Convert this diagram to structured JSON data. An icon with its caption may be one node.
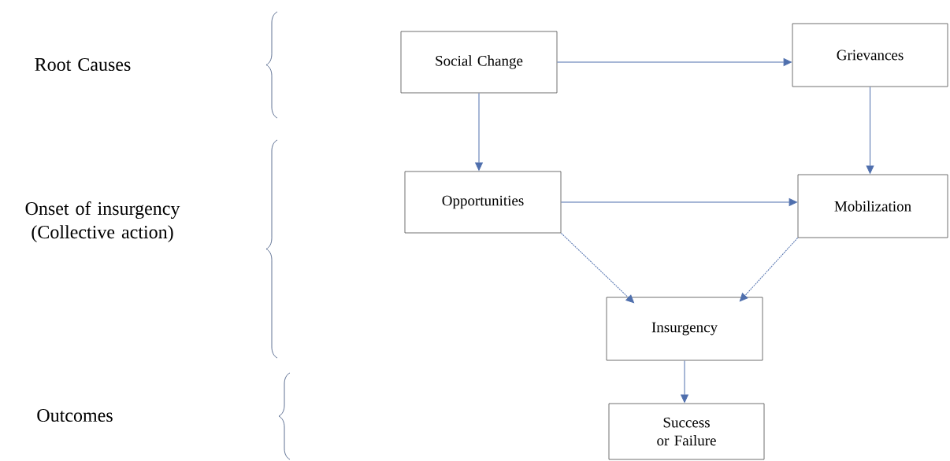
{
  "diagram": {
    "nodes": [
      {
        "text": [
          "Social Change"
        ]
      },
      {
        "text": [
          "Grievances"
        ]
      },
      {
        "text": [
          "Opportunities"
        ]
      },
      {
        "text": [
          "Mobilization"
        ]
      },
      {
        "text": [
          "Insurgency"
        ]
      },
      {
        "text": [
          "Success or Failure"
        ]
      }
    ],
    "edges": [
      {
        "from": 0,
        "to": 1,
        "arrow": "to"
      },
      {
        "from": 0,
        "to": 2,
        "arrow": "to"
      },
      {
        "from": 1,
        "to": 3,
        "arrow": "to"
      },
      {
        "from": 2,
        "to": 3,
        "arrow": "to"
      },
      {
        "from": 2,
        "to": 4,
        "arrow": "to",
        "style": "dashed"
      },
      {
        "from": 3,
        "to": 4,
        "arrow": "to",
        "style": "dashed"
      },
      {
        "from": 4,
        "to": 5,
        "arrow": "to"
      }
    ],
    "labels": [
      "Root Causes",
      "Onset of insurgency (Collective action)",
      "Outcomes"
    ]
  }
}
